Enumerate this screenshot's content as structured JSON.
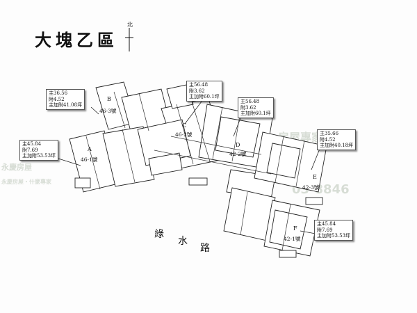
{
  "title": "大塊乙區",
  "north_label": "北",
  "road_chars": [
    "綠",
    "水",
    "路"
  ],
  "units": [
    {
      "letter": "A",
      "number": "46-1號",
      "info": {
        "main": "主45.84",
        "annex": "附7.69",
        "total": "主加附53.53坪"
      }
    },
    {
      "letter": "B",
      "number": "46-3號",
      "info": {
        "main": "主36.56",
        "annex": "附4.52",
        "total": "主加附41.08坪"
      }
    },
    {
      "letter": "C",
      "number": "46-2號",
      "info": {
        "main": "主56.48",
        "annex": "附3.62",
        "total": "主加附60.1坪"
      }
    },
    {
      "letter": "D",
      "number": "42-2號",
      "info": {
        "main": "主56.48",
        "annex": "附3.62",
        "total": "主加附60.1坪"
      }
    },
    {
      "letter": "E",
      "number": "42-3號",
      "info": {
        "main": "主35.66",
        "annex": "附4.52",
        "total": "主加附40.18坪"
      }
    },
    {
      "letter": "F",
      "number": "42-1號",
      "info": {
        "main": "主45.84",
        "annex": "附7.69",
        "total": "主加附53.53坪"
      }
    }
  ],
  "watermark": {
    "left_top": "永慶房屋",
    "left_bottom": "永慶房屋・什麼專家",
    "phone": "03-8846",
    "brand_tail": "房屋專家"
  }
}
